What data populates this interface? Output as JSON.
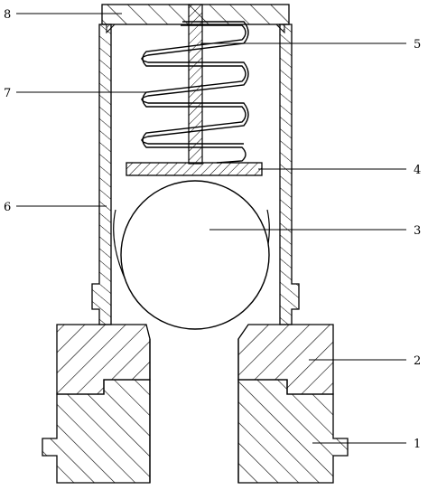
{
  "labels": [
    {
      "id": "1",
      "text": "1"
    },
    {
      "id": "2",
      "text": "2"
    },
    {
      "id": "3",
      "text": "3"
    },
    {
      "id": "4",
      "text": "4"
    },
    {
      "id": "5",
      "text": "5"
    },
    {
      "id": "6",
      "text": "6"
    },
    {
      "id": "7",
      "text": "7"
    },
    {
      "id": "8",
      "text": "8"
    }
  ],
  "colors": {
    "stroke": "#000000",
    "background": "#ffffff"
  }
}
